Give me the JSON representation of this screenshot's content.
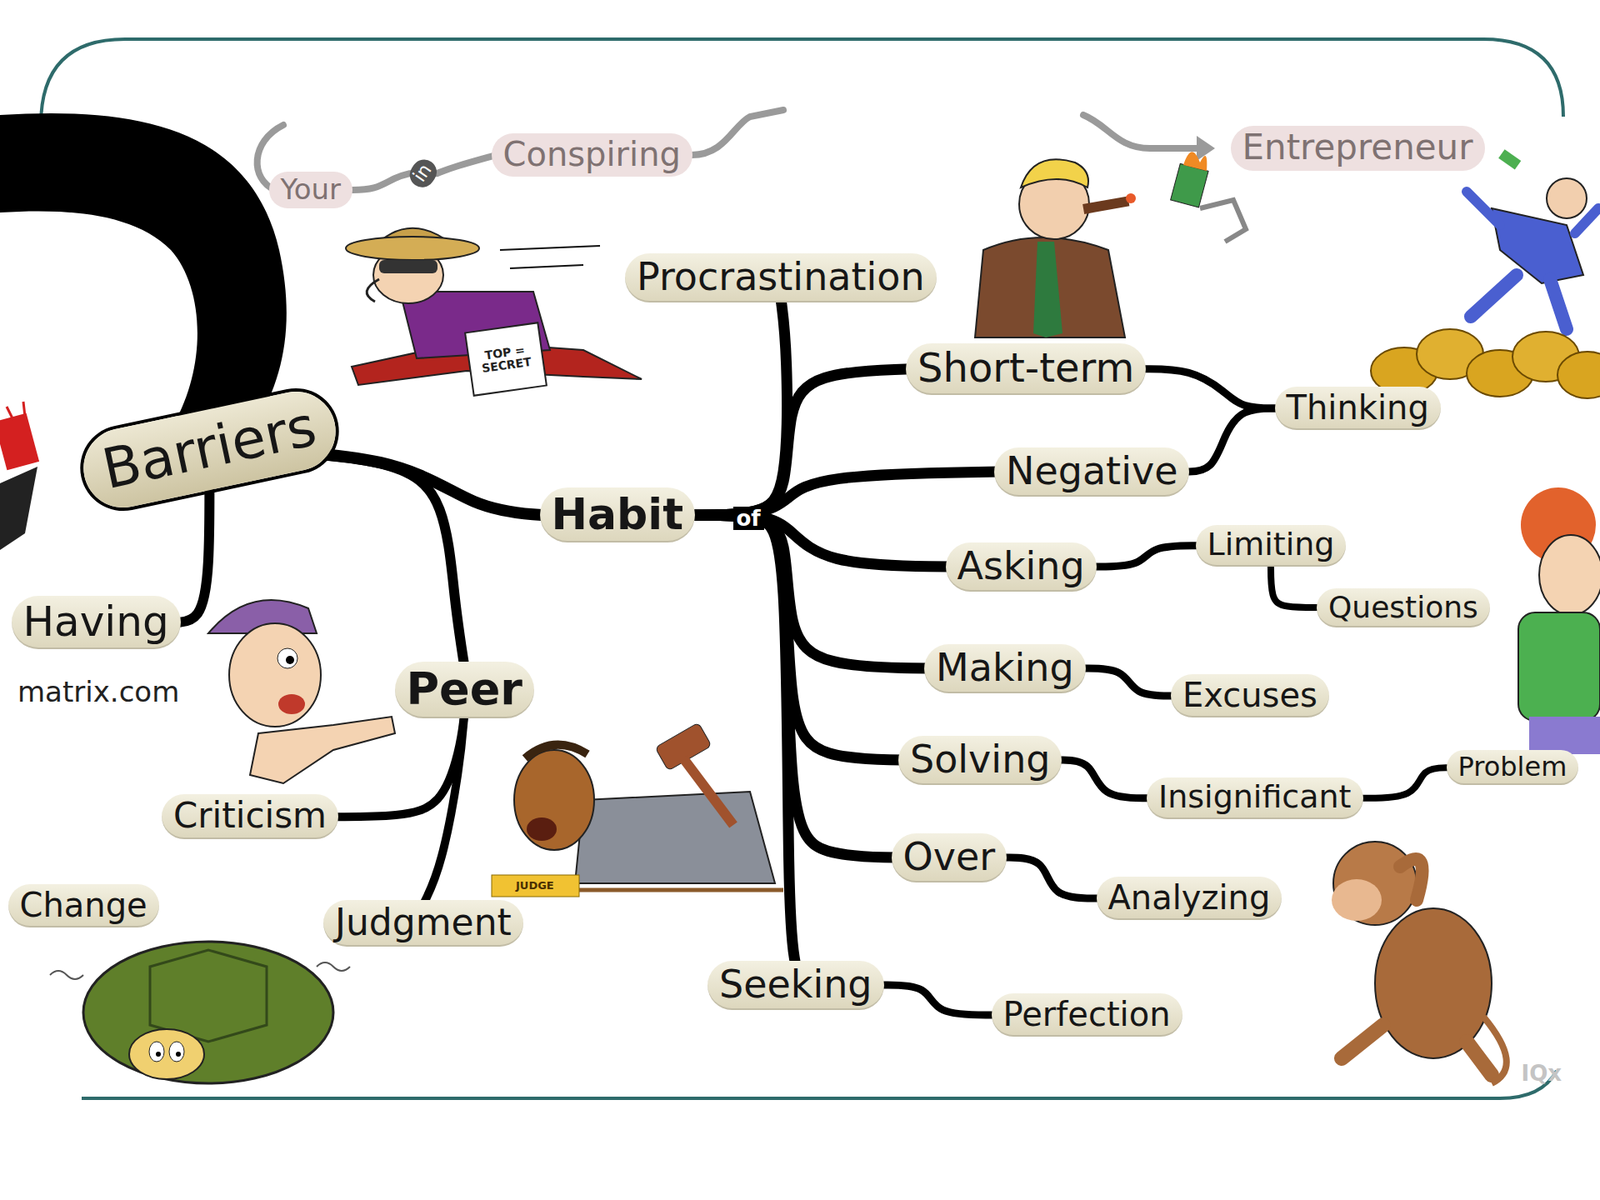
{
  "diagram": {
    "nodes": [
      {
        "text": [
          "Your"
        ]
      },
      {
        "text": [
          "in"
        ]
      },
      {
        "text": [
          "Conspiring"
        ]
      },
      {
        "text": [
          "Entrepreneur"
        ]
      },
      {
        "text": [
          "Procrastination"
        ]
      },
      {
        "text": [
          "Short-term"
        ]
      },
      {
        "text": [
          "Thinking"
        ]
      },
      {
        "text": [
          "Barriers"
        ]
      },
      {
        "text": [
          "Negative"
        ]
      },
      {
        "text": [
          "Habit"
        ]
      },
      {
        "text": [
          "Asking"
        ]
      },
      {
        "text": [
          "Limiting"
        ]
      },
      {
        "text": [
          "Questions"
        ]
      },
      {
        "text": [
          "Having"
        ]
      },
      {
        "text": [
          "Peer"
        ]
      },
      {
        "text": [
          "Making"
        ]
      },
      {
        "text": [
          "Excuses"
        ]
      },
      {
        "text": [
          "Solving"
        ]
      },
      {
        "text": [
          "Insignificant"
        ]
      },
      {
        "text": [
          "Problem"
        ]
      },
      {
        "text": [
          "Criticism"
        ]
      },
      {
        "text": [
          "Over"
        ]
      },
      {
        "text": [
          "Analyzing"
        ]
      },
      {
        "text": [
          "Change"
        ]
      },
      {
        "text": [
          "Judgment"
        ]
      },
      {
        "text": [
          "Seeking"
        ]
      },
      {
        "text": [
          "Perfection"
        ]
      }
    ],
    "edges": [
      {
        "from": 0,
        "to": 1,
        "arrow": "none"
      },
      {
        "from": 1,
        "to": 2,
        "arrow": "none"
      },
      {
        "from": 7,
        "to": 9,
        "arrow": "none"
      },
      {
        "from": 7,
        "to": 13,
        "arrow": "none"
      },
      {
        "from": 7,
        "to": 14,
        "arrow": "none"
      },
      {
        "from": 14,
        "to": 20,
        "arrow": "none"
      },
      {
        "from": 14,
        "to": 24,
        "arrow": "none"
      },
      {
        "from": 9,
        "to": 4,
        "arrow": "none"
      },
      {
        "from": 9,
        "to": 5,
        "arrow": "none"
      },
      {
        "from": 9,
        "to": 8,
        "arrow": "none"
      },
      {
        "from": 9,
        "to": 10,
        "arrow": "none"
      },
      {
        "from": 9,
        "to": 15,
        "arrow": "none"
      },
      {
        "from": 9,
        "to": 17,
        "arrow": "none"
      },
      {
        "from": 9,
        "to": 21,
        "arrow": "none"
      },
      {
        "from": 9,
        "to": 25,
        "arrow": "none"
      },
      {
        "from": 5,
        "to": 6,
        "arrow": "none"
      },
      {
        "from": 8,
        "to": 6,
        "arrow": "none"
      },
      {
        "from": 10,
        "to": 11,
        "arrow": "none"
      },
      {
        "from": 11,
        "to": 12,
        "arrow": "none"
      },
      {
        "from": 15,
        "to": 16,
        "arrow": "none"
      },
      {
        "from": 17,
        "to": 18,
        "arrow": "none"
      },
      {
        "from": 18,
        "to": 19,
        "arrow": "none"
      },
      {
        "from": 21,
        "to": 22,
        "arrow": "none"
      },
      {
        "from": 25,
        "to": 26,
        "arrow": "none"
      }
    ],
    "labels": [
      "of",
      "matrix.com",
      "TOP = SECRET",
      "JUDGE",
      "IQx"
    ]
  }
}
